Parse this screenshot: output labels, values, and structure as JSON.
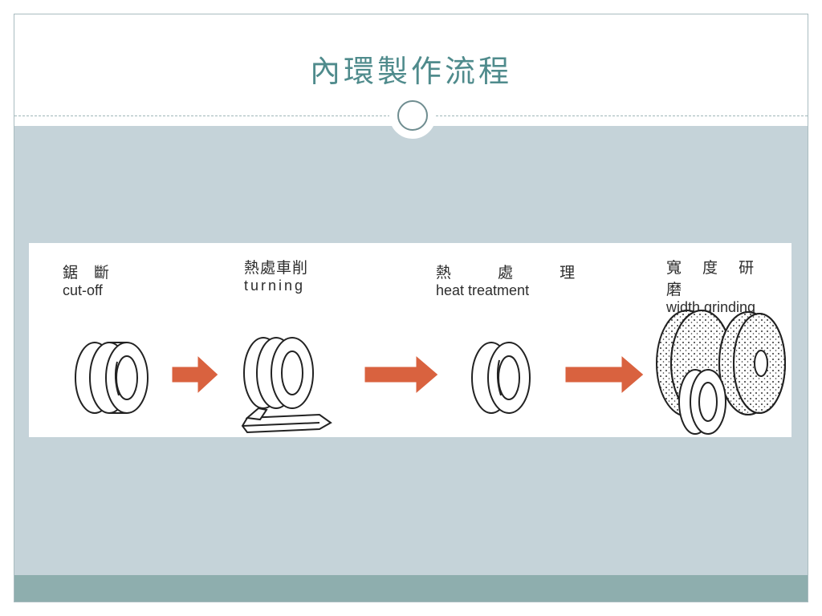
{
  "slide": {
    "title": "內環製作流程"
  },
  "process": {
    "steps": [
      {
        "zh": "鋸 斷",
        "en": "cut-off"
      },
      {
        "zh": "熱處車削",
        "en": "turning"
      },
      {
        "zh": "熱 處 理",
        "en": "heat treatment"
      },
      {
        "zh": "寬 度 研 磨",
        "en": "width grinding"
      }
    ]
  },
  "colors": {
    "title": "#4f8b8c",
    "content_band": "#c5d3d9",
    "footer_band": "#8eaeae",
    "arrow": "#d9623f"
  }
}
